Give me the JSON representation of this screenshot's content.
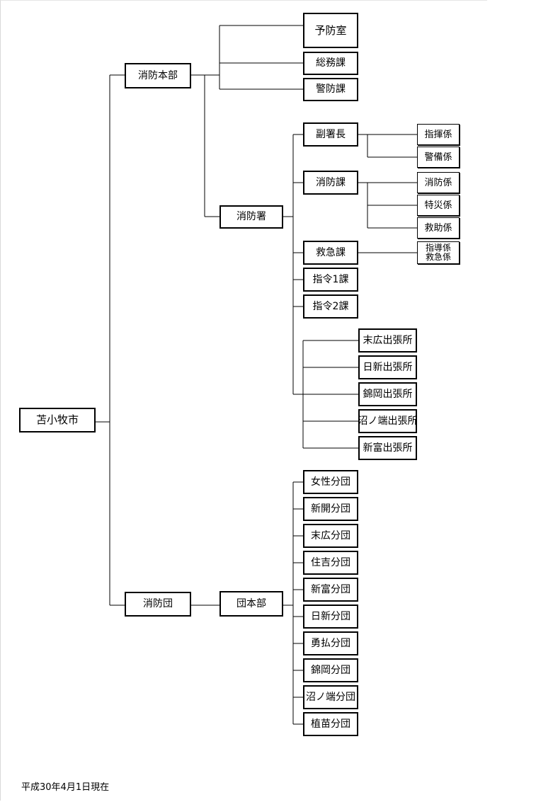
{
  "city": "苫小牧市",
  "hq": {
    "name": "消防本部",
    "children": [
      "予防室",
      "総務課",
      "警防課"
    ]
  },
  "station": {
    "name": "消防署",
    "deputy": {
      "name": "副署長",
      "sections": [
        "指揮係",
        "警備係"
      ]
    },
    "fire_division": {
      "name": "消防課",
      "sections": [
        "消防係",
        "特災係",
        "救助係"
      ]
    },
    "ems_division": {
      "name": "救急課",
      "sections": [
        "指導係\n救急係"
      ]
    },
    "command_divisions": [
      "指令1課",
      "指令2課"
    ],
    "branch_offices": [
      "末広出張所",
      "日新出張所",
      "錦岡出張所",
      "沼ノ端出張所",
      "新富出張所"
    ]
  },
  "fire_corps": {
    "name": "消防団",
    "hq": "団本部",
    "units": [
      "女性分団",
      "新開分団",
      "末広分団",
      "住吉分団",
      "新富分団",
      "日新分団",
      "勇払分団",
      "錦岡分団",
      "沼ノ端分団",
      "植苗分団"
    ]
  },
  "footer": "平成30年4月1日現在"
}
